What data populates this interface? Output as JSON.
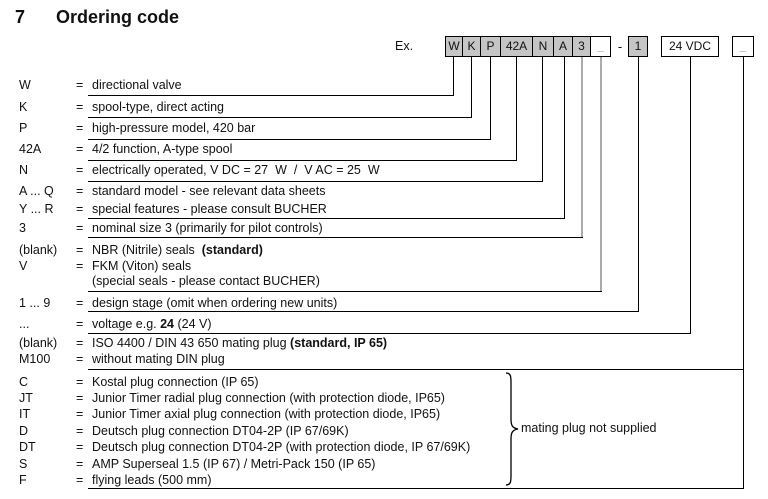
{
  "page": {
    "section_number": "7",
    "title": "Ordering code"
  },
  "example": {
    "label": "Ex.",
    "separator": "-",
    "boxes": [
      {
        "text": "W",
        "fill": "gray"
      },
      {
        "text": "K",
        "fill": "gray"
      },
      {
        "text": "P",
        "fill": "gray"
      },
      {
        "text": "42A",
        "fill": "gray"
      },
      {
        "text": "N",
        "fill": "gray"
      },
      {
        "text": "A",
        "fill": "gray"
      },
      {
        "text": "3",
        "fill": "gray"
      },
      {
        "text": "_",
        "fill": "white"
      },
      {
        "text": "1",
        "fill": "gray"
      },
      {
        "text": "24 VDC",
        "fill": "white"
      },
      {
        "text": "_",
        "fill": "white"
      }
    ]
  },
  "rows": [
    {
      "label": "W",
      "eq": "=",
      "d1": "directional valve"
    },
    {
      "label": "K",
      "eq": "=",
      "d1": "spool-type, direct acting"
    },
    {
      "label": "P",
      "eq": "=",
      "d1": "high-pressure model, 420 bar"
    },
    {
      "label": "42A",
      "eq": "=",
      "d1": "4/2 function, A-type spool"
    },
    {
      "label": "N",
      "eq": "=",
      "d1": "electrically operated, V DC = 27  W  /  V AC = 25  W"
    },
    {
      "label": "A ... Q",
      "eq": "=",
      "d1": "standard model - see relevant data sheets"
    },
    {
      "label": "Y ... R",
      "eq": "=",
      "d1": "special features - please consult BUCHER"
    },
    {
      "label": "3",
      "eq": "=",
      "d1": "nominal size 3 (primarily for pilot controls)"
    },
    {
      "label": "(blank)",
      "eq": "=",
      "d1": "NBR (Nitrile) seals  ",
      "b": "(standard)"
    },
    {
      "label": "V",
      "eq": "=",
      "d1": "FKM (Viton) seals"
    },
    {
      "label": "",
      "d1": "(special seals - please contact BUCHER)"
    },
    {
      "label": "1 ... 9",
      "eq": "=",
      "d1": "design stage (omit when ordering new units)"
    },
    {
      "label": "...",
      "eq": "=",
      "d1": "voltage e.g. ",
      "b": "24",
      "d2": " (24 V)"
    },
    {
      "label": "(blank)",
      "eq": "=",
      "d1": "ISO 4400 / DIN 43 650 mating plug ",
      "b": "(standard, IP 65)"
    },
    {
      "label": "M100",
      "eq": "=",
      "d1": "without mating DIN plug"
    },
    {
      "label": "C",
      "eq": "=",
      "d1": "Kostal plug connection (IP 65)"
    },
    {
      "label": "JT",
      "eq": "=",
      "d1": "Junior Timer radial plug connection (with protection diode, IP65)"
    },
    {
      "label": "IT",
      "eq": "=",
      "d1": "Junior Timer axial plug connection (with protection diode, IP65)"
    },
    {
      "label": "D",
      "eq": "=",
      "d1": "Deutsch plug connection DT04-2P (IP 67/69K)"
    },
    {
      "label": "DT",
      "eq": "=",
      "d1": "Deutsch plug connection DT04-2P (with protection diode, IP 67/69K)"
    },
    {
      "label": "S",
      "eq": "=",
      "d1": "AMP Superseal 1.5 (IP 67) / Metri-Pack 150 (IP 65)"
    },
    {
      "label": "F",
      "eq": "=",
      "d1": "flying leads (500 mm)"
    }
  ],
  "brace_note": "mating plug not supplied",
  "colors": {
    "box_gray": "#c5c5c5",
    "connector_gray": "#ababab",
    "text": "#111111",
    "background": "#ffffff"
  }
}
